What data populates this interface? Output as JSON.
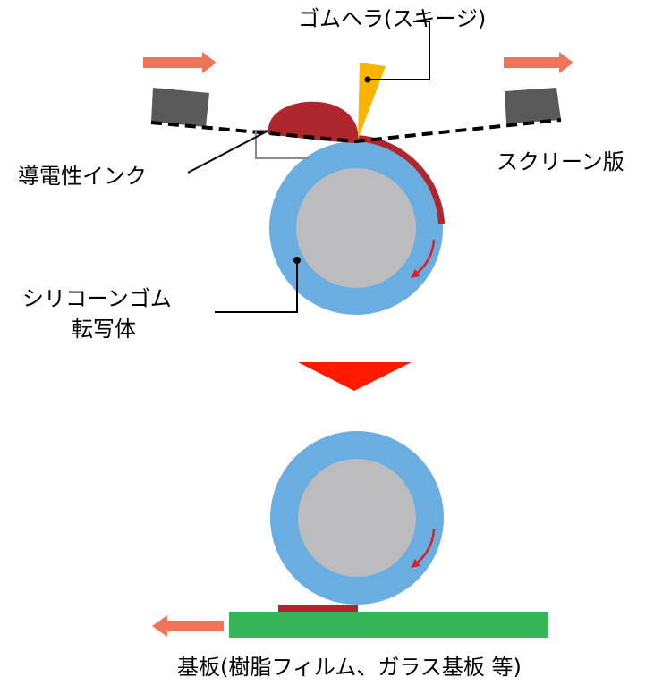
{
  "labels": {
    "squeegee": "ゴムヘラ(スキージ)",
    "ink": "導電性インク",
    "screen": "スクリーン版",
    "blanket_line1": "シリコーンゴム",
    "blanket_line2": "転写体",
    "substrate": "基板(樹脂フィルム、ガラス基板 等)"
  },
  "colors": {
    "motion_arrow": "#ee7559",
    "rotation_arrow": "#e21e1e",
    "down_arrow": "#ff1a00",
    "blanket_outer": "#6aaee1",
    "blanket_core": "#bcbcbf",
    "ink": "#b0262e",
    "squeegee": "#f7b500",
    "screen_frame": "#595959",
    "substrate": "#36b458",
    "leader_line": "#000000"
  }
}
